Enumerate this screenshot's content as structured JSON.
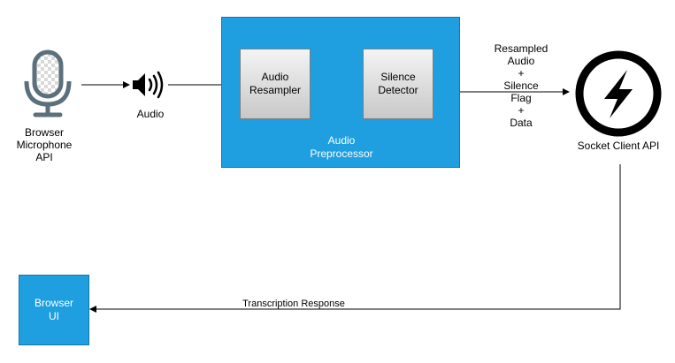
{
  "nodes": {
    "microphone": {
      "label": "Browser\nMicrophone\nAPI",
      "icon": "microphone-icon"
    },
    "speaker": {
      "label": "Audio",
      "icon": "speaker-icon"
    },
    "preprocessor": {
      "label": "Audio\nPreprocessor",
      "resampler": "Audio\nResampler",
      "silence_detector": "Silence\nDetector"
    },
    "socket": {
      "label": "Socket Client API",
      "icon": "socketio-icon"
    },
    "browser_ui": {
      "label": "Browser\nUI"
    }
  },
  "edges": {
    "to_socket": "Resampled\nAudio\n+\nSilence\nFlag\n+\nData",
    "response": "Transcription Response"
  },
  "colors": {
    "accent_blue": "#1f9fe0",
    "mic_gray": "#5b707b",
    "line": "#000000"
  }
}
